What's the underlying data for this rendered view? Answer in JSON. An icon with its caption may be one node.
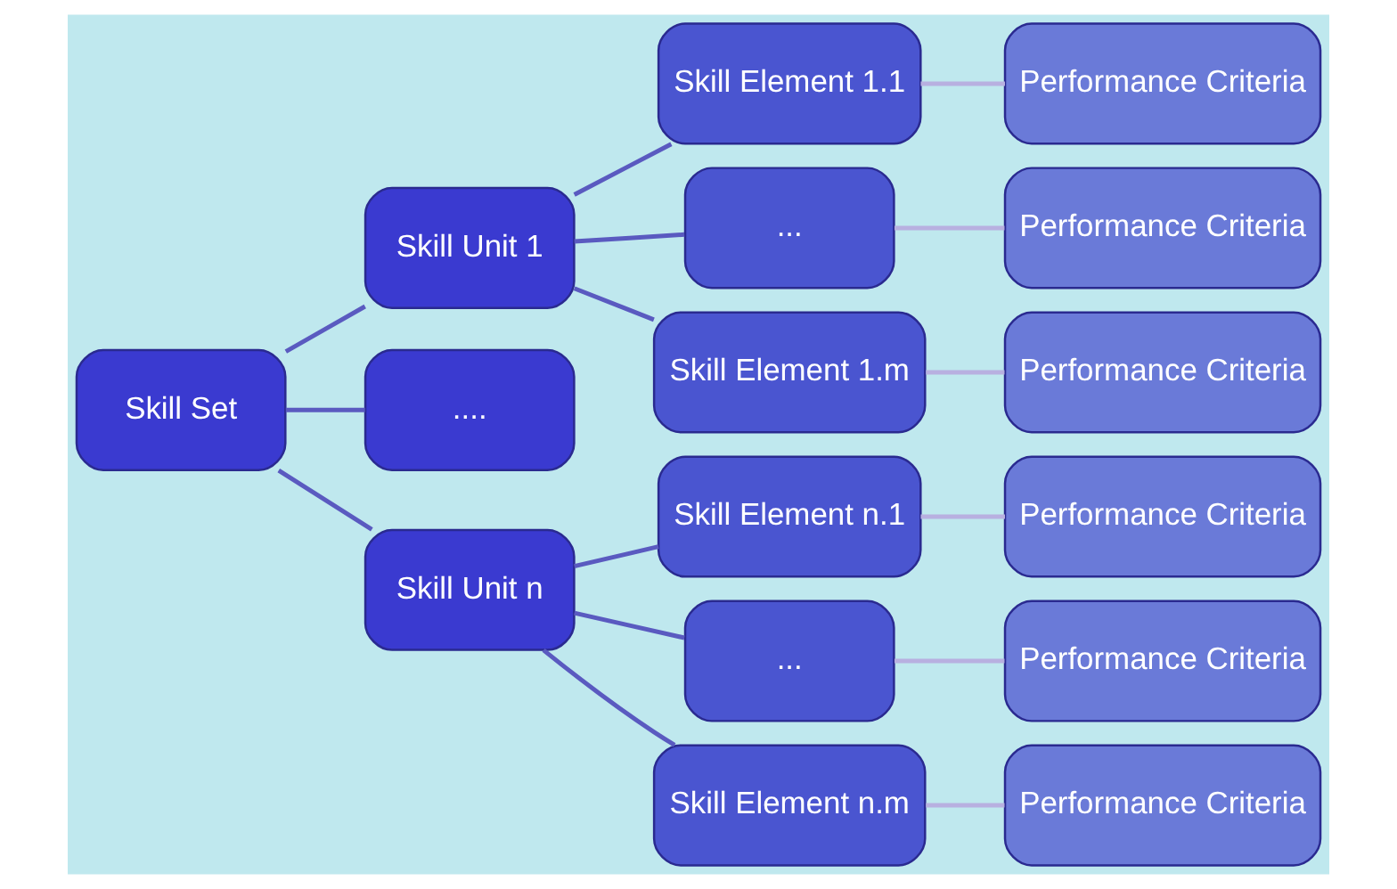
{
  "diagram": {
    "nodes": [
      {
        "text": [
          "Skill Set"
        ]
      },
      {
        "text": [
          "Skill Unit 1"
        ]
      },
      {
        "text": [
          "...."
        ]
      },
      {
        "text": [
          "Skill Unit n"
        ]
      },
      {
        "text": [
          "Skill Element 1.1"
        ]
      },
      {
        "text": [
          "..."
        ]
      },
      {
        "text": [
          "Skill Element 1.m"
        ]
      },
      {
        "text": [
          "Skill Element n.1"
        ]
      },
      {
        "text": [
          "..."
        ]
      },
      {
        "text": [
          "Skill Element n.m"
        ]
      },
      {
        "text": [
          "Performance Criteria"
        ]
      },
      {
        "text": [
          "Performance Criteria"
        ]
      },
      {
        "text": [
          "Performance Criteria"
        ]
      },
      {
        "text": [
          "Performance Criteria"
        ]
      },
      {
        "text": [
          "Performance Criteria"
        ]
      },
      {
        "text": [
          "Performance Criteria"
        ]
      }
    ],
    "edges": [
      {
        "from": 0,
        "to": 1,
        "arrow": "none"
      },
      {
        "from": 0,
        "to": 2,
        "arrow": "none"
      },
      {
        "from": 0,
        "to": 3,
        "arrow": "none"
      },
      {
        "from": 1,
        "to": 4,
        "arrow": "none"
      },
      {
        "from": 1,
        "to": 5,
        "arrow": "none"
      },
      {
        "from": 1,
        "to": 6,
        "arrow": "none"
      },
      {
        "from": 3,
        "to": 7,
        "arrow": "none"
      },
      {
        "from": 3,
        "to": 8,
        "arrow": "none"
      },
      {
        "from": 3,
        "to": 9,
        "arrow": "none"
      },
      {
        "from": 4,
        "to": 10,
        "arrow": "none",
        "color": "#b8b0e0"
      },
      {
        "from": 5,
        "to": 11,
        "arrow": "none",
        "color": "#b8b0e0"
      },
      {
        "from": 6,
        "to": 12,
        "arrow": "none",
        "color": "#b8b0e0"
      },
      {
        "from": 7,
        "to": 13,
        "arrow": "none",
        "color": "#b8b0e0"
      },
      {
        "from": 8,
        "to": 14,
        "arrow": "none",
        "color": "#b8b0e0"
      },
      {
        "from": 9,
        "to": 15,
        "arrow": "none",
        "color": "#b8b0e0"
      }
    ]
  }
}
